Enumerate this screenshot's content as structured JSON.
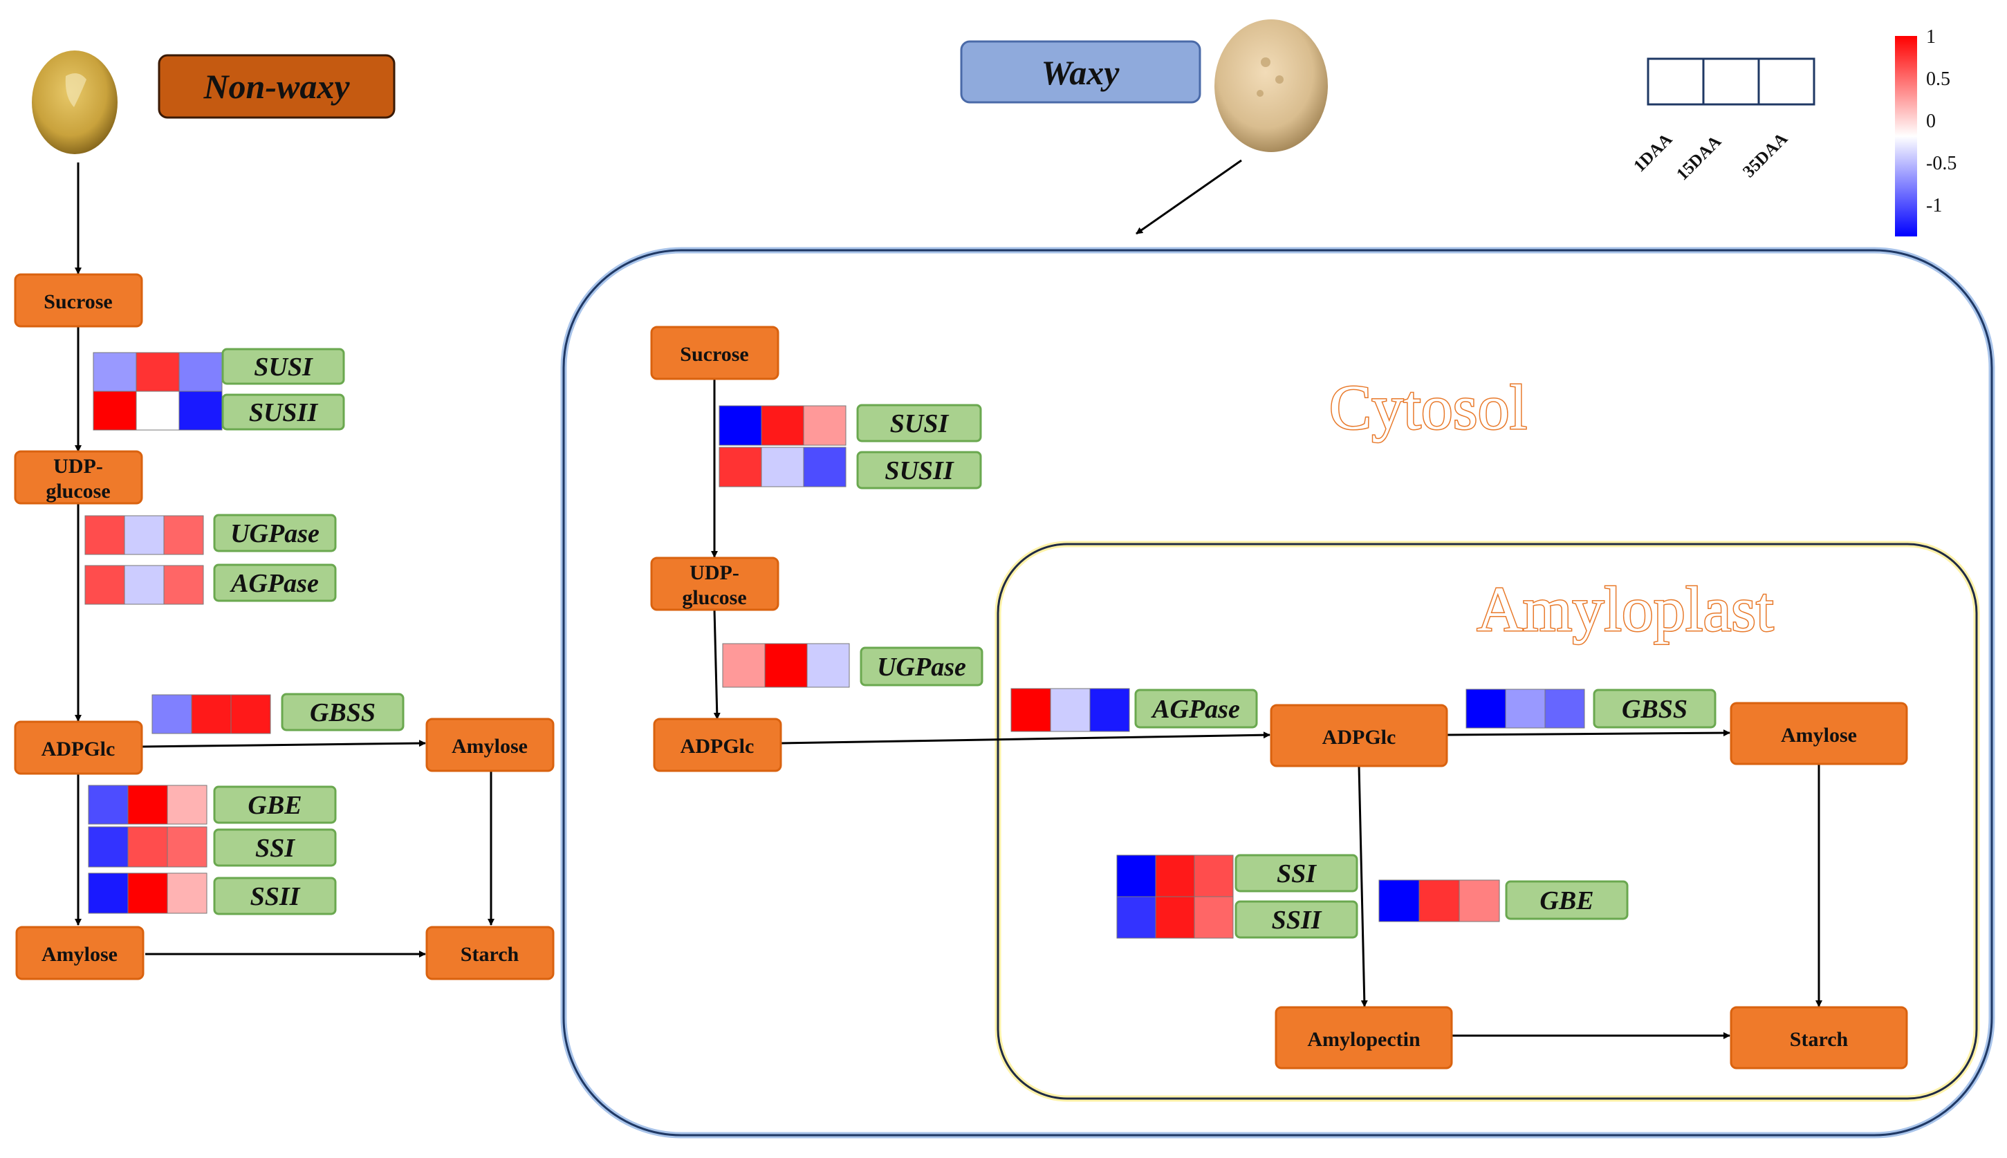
{
  "colors": {
    "node_fill": "#ef7a2a",
    "node_stroke": "#e06a18",
    "gene_fill": "#a9d18e",
    "gene_stroke": "#6aa84f",
    "nonwaxy_fill": "#c55a11",
    "waxy_fill": "#8faadc",
    "compartment_stroke": "#1f3864",
    "amyloplast_glow": "#fff2a8",
    "cytosol_label": "#e8792a"
  },
  "legend": {
    "scale_labels": [
      "1",
      "0.5",
      "0",
      "-0.5",
      "-1"
    ],
    "stages": [
      "1DAA",
      "15DAA",
      "35DAA"
    ]
  },
  "nonwaxy": {
    "title": "Non-waxy",
    "nodes": {
      "sucrose": "Sucrose",
      "udp_glucose": "UDP-\nglucose",
      "adpglc": "ADPGlc",
      "amylose_top": "Amylose",
      "amylose_bottom": "Amylose",
      "starch": "Starch"
    },
    "genes": [
      {
        "name": "SUSI",
        "values": [
          -0.4,
          0.8,
          -0.5
        ]
      },
      {
        "name": "SUSII",
        "values": [
          1.0,
          0.0,
          -0.9
        ]
      },
      {
        "name": "UGPase",
        "values": [
          0.7,
          -0.2,
          0.6
        ]
      },
      {
        "name": "AGPase",
        "values": [
          0.7,
          -0.2,
          0.6
        ]
      },
      {
        "name": "GBSS",
        "values": [
          -0.5,
          0.9,
          0.9
        ]
      },
      {
        "name": "GBE",
        "values": [
          -0.7,
          1.0,
          0.3
        ]
      },
      {
        "name": "SSI",
        "values": [
          -0.8,
          0.7,
          0.6
        ]
      },
      {
        "name": "SSII",
        "values": [
          -0.9,
          1.0,
          0.3
        ]
      }
    ]
  },
  "waxy": {
    "title": "Waxy",
    "cytosol_label": "Cytosol",
    "amyloplast_label": "Amyloplast",
    "nodes": {
      "sucrose": "Sucrose",
      "udp_glucose": "UDP-\nglucose",
      "adpglc_cytosol": "ADPGlc",
      "adpglc_amyloplast": "ADPGlc",
      "amylose": "Amylose",
      "amylopectin": "Amylopectin",
      "starch": "Starch"
    },
    "genes": [
      {
        "name": "SUSI",
        "values": [
          -1.0,
          0.9,
          0.4
        ]
      },
      {
        "name": "SUSII",
        "values": [
          0.8,
          -0.2,
          -0.7
        ]
      },
      {
        "name": "UGPase",
        "values": [
          0.4,
          1.0,
          -0.2
        ]
      },
      {
        "name": "AGPase",
        "values": [
          1.0,
          -0.2,
          -0.9
        ]
      },
      {
        "name": "GBSS",
        "values": [
          -1.0,
          -0.4,
          -0.6
        ]
      },
      {
        "name": "SSI",
        "values": [
          -1.0,
          0.9,
          0.7
        ]
      },
      {
        "name": "SSII",
        "values": [
          -0.8,
          0.9,
          0.6
        ]
      },
      {
        "name": "GBE",
        "values": [
          -1.0,
          0.8,
          0.5
        ]
      }
    ]
  }
}
